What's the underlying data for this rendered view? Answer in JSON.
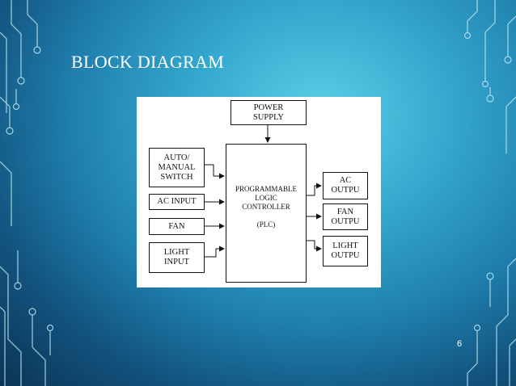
{
  "slide": {
    "title": "BLOCK DIAGRAM",
    "page_number": "6"
  },
  "diagram": {
    "power_supply": "POWER\nSUPPLY",
    "plc": "PROGRAMMABLE\nLOGIC\nCONTROLLER\n\n(PLC)",
    "inputs": [
      {
        "label": "AUTO/\nMANUAL\nSWITCH"
      },
      {
        "label": "AC INPUT"
      },
      {
        "label": "FAN"
      },
      {
        "label": "LIGHT\nINPUT"
      }
    ],
    "outputs": [
      {
        "label": "AC\nOUTPU"
      },
      {
        "label": "FAN\nOUTPU"
      },
      {
        "label": "LIGHT\nOUTPU"
      }
    ]
  },
  "colors": {
    "background_light": "#5ad0e6",
    "background_dark": "#0b3556",
    "circuit_lines": "#bfe6f2",
    "diagram_background": "#ffffff",
    "diagram_lines": "#111111"
  }
}
